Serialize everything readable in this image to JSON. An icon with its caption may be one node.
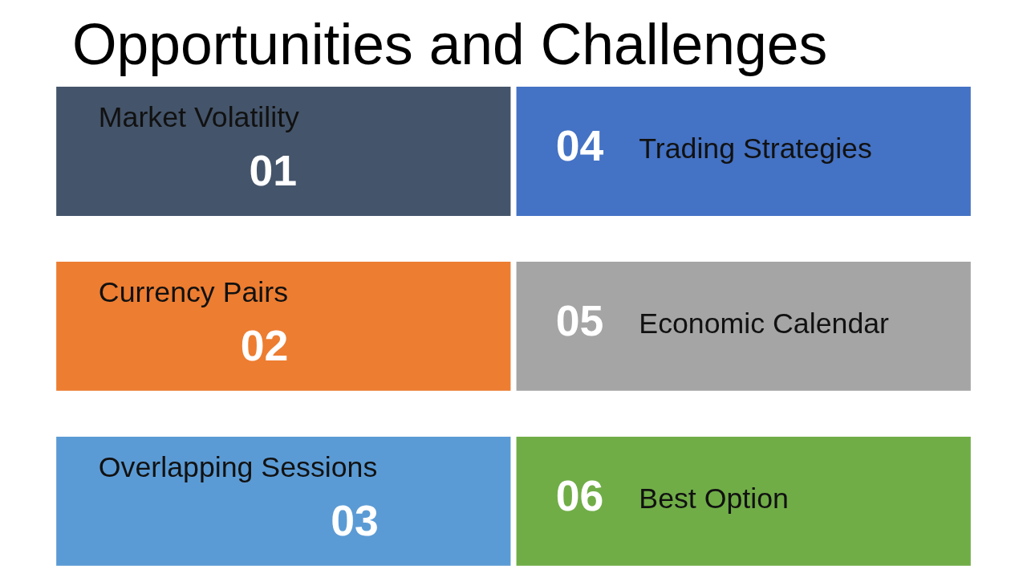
{
  "diagram": {
    "title": "Opportunities and Challenges",
    "nodes": [
      {
        "text": [
          "Market Volatility",
          "01"
        ]
      },
      {
        "text": [
          "04",
          "Trading Strategies"
        ]
      },
      {
        "text": [
          "Currency Pairs",
          "02"
        ]
      },
      {
        "text": [
          "05",
          "Economic Calendar"
        ]
      },
      {
        "text": [
          "Overlapping Sessions",
          "03"
        ]
      },
      {
        "text": [
          "06",
          "Best Option"
        ]
      }
    ]
  }
}
